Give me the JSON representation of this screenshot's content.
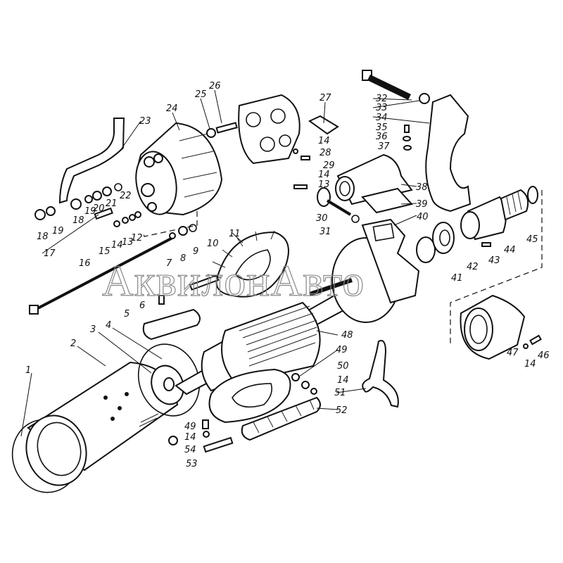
{
  "watermark": "АквилонАвто",
  "labels": [
    "1",
    "2",
    "3",
    "4",
    "5",
    "6",
    "7",
    "8",
    "9",
    "10",
    "11",
    "12",
    "13",
    "14",
    "15",
    "16",
    "17",
    "18",
    "19",
    "18",
    "19",
    "20",
    "21",
    "22",
    "23",
    "24",
    "25",
    "26",
    "27",
    "14",
    "28",
    "29",
    "14",
    "13",
    "30",
    "31",
    "32",
    "33",
    "34",
    "35",
    "36",
    "37",
    "38",
    "39",
    "40",
    "41",
    "42",
    "43",
    "44",
    "45",
    "47",
    "14",
    "46",
    "48",
    "49",
    "50",
    "14",
    "51",
    "52",
    "49",
    "14",
    "54",
    "53"
  ]
}
